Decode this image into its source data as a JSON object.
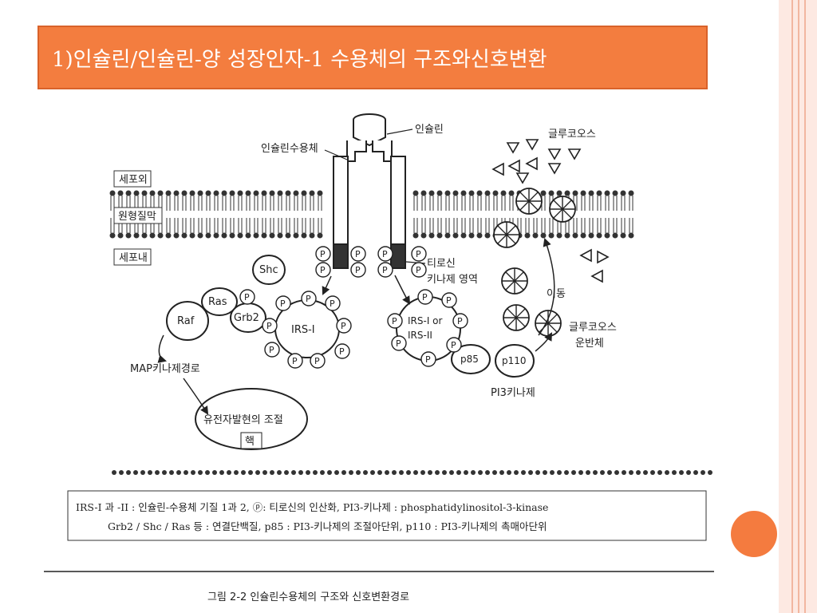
{
  "slide": {
    "title": "1)인슐린/인슐린-양 성장인자-1 수용체의 구조와신호변환",
    "colors": {
      "title_bg": "#f37d3f",
      "accent_dot": "#f47b3f",
      "stripe": "#fde9e2"
    }
  },
  "diagram": {
    "labels": {
      "extracellular": "세포외",
      "membrane": "원형질막",
      "intracellular": "세포내",
      "insulin": "인슐린",
      "insulin_receptor": "인슐린수용체",
      "glucose": "글루코오스",
      "tyrosine_kinase_1": "티로신",
      "tyrosine_kinase_2": "키나제 영역",
      "move": "이동",
      "glucose_transporter_1": "글루코오스",
      "glucose_transporter_2": "운반체",
      "shc": "Shc",
      "ras": "Ras",
      "raf": "Raf",
      "grb2": "Grb2",
      "irs1": "IRS-I",
      "irs12_1": "IRS-I or",
      "irs12_2": "IRS-II",
      "p85": "p85",
      "p110": "p110",
      "pi3k": "PI3키나제",
      "map_pathway": "MAP키나제경로",
      "gene_expression": "유전자발현의 조절",
      "nucleus": "핵",
      "phospho": "P"
    },
    "legend": {
      "line1": "IRS-I 과 -II : 인슐린-수용체 기질 1과 2,   ⓟ:  티로신의 인산화,  PI3-키나제 : phosphatidylinositol-3-kinase",
      "line2": "Grb2 / Shc / Ras 등 : 연결단백질,   p85 : PI3-키나제의 조절아단위,   p110 : PI3-키나제의 촉매아단위"
    },
    "caption": "그림 2-2  인슐린수용체의 구조와 신호변환경로"
  }
}
